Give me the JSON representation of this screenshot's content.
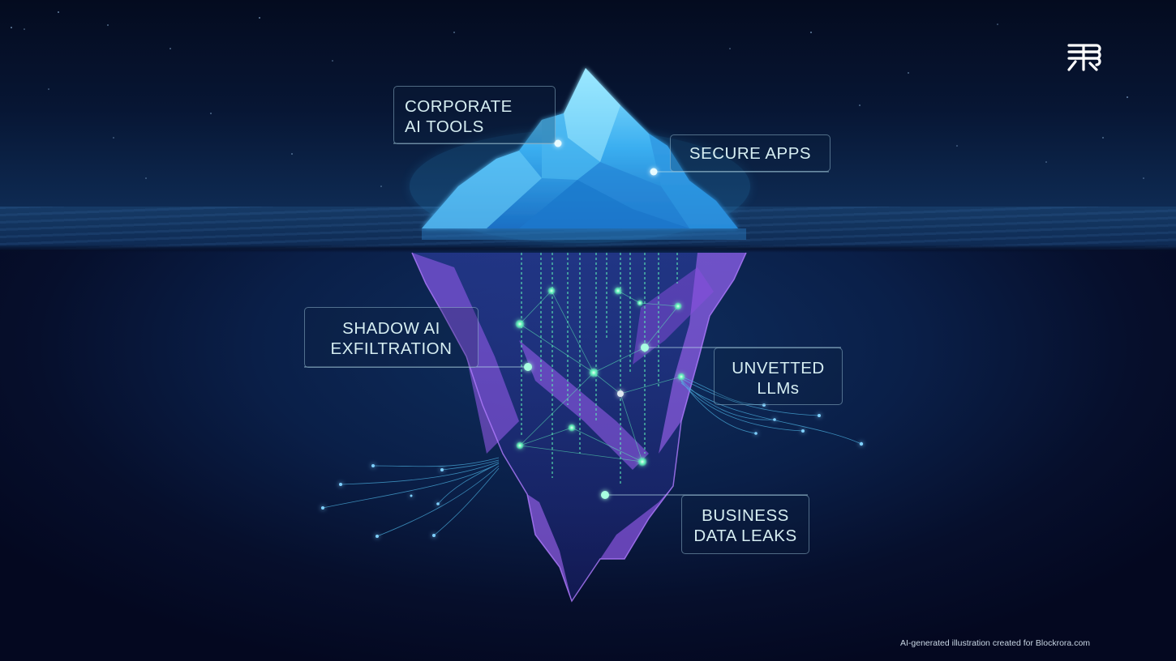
{
  "illustration": {
    "subject": "iceberg",
    "above_water_labels": [
      {
        "lines": [
          "CORPORATE",
          "AI TOOLS"
        ]
      },
      {
        "lines": [
          "SECURE APPS"
        ]
      }
    ],
    "below_water_labels": [
      {
        "lines": [
          "SHADOW AI",
          "EXFILTRATION"
        ]
      },
      {
        "lines": [
          "UNVETTED",
          "LLMs"
        ]
      },
      {
        "lines": [
          "BUSINESS",
          "DATA LEAKS"
        ]
      }
    ]
  },
  "logo": {
    "icon": "blockrora-logo-icon"
  },
  "credit": "AI-generated illustration created for Blockrora.com",
  "colors": {
    "sky_top": "#040b1f",
    "sea": "#12335d",
    "deep": "#040820",
    "ice_light": "#7fd8ff",
    "ice_mid": "#2fa6e8",
    "ice_dark": "#1565b8",
    "submerged_purple": "#9a5cf0",
    "network_green": "#5ef2b8",
    "label_text": "#d6eef2",
    "label_border": "#aad2e6"
  }
}
